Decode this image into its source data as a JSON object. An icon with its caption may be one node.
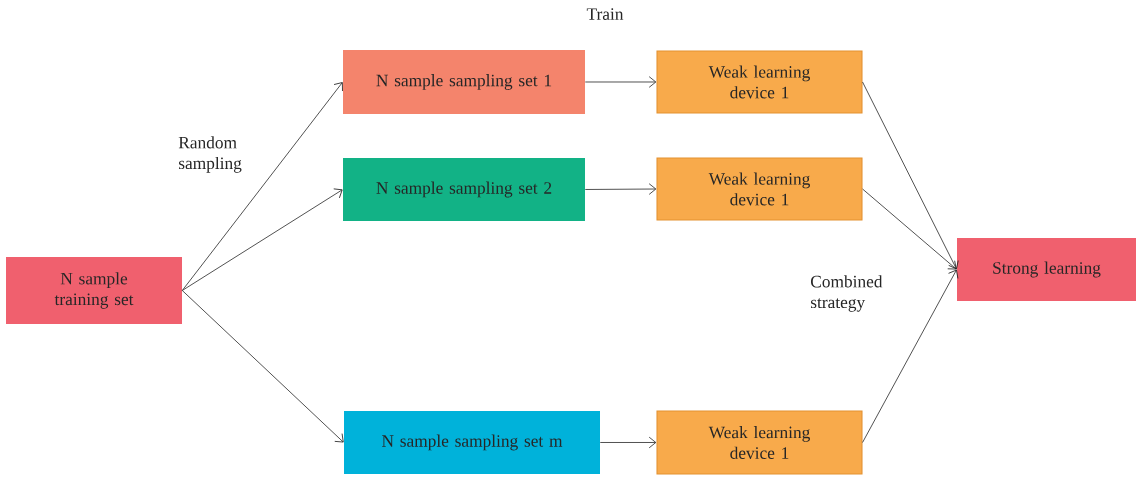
{
  "diagram": {
    "nodes": [
      {
        "text": [
          "N sample training set"
        ]
      },
      {
        "text": [
          "N sample sampling set 1"
        ]
      },
      {
        "text": [
          "N sample sampling set 2"
        ]
      },
      {
        "text": [
          "N sample sampling set m"
        ]
      },
      {
        "text": [
          "Weak learning device 1"
        ]
      },
      {
        "text": [
          "Weak learning device 1"
        ]
      },
      {
        "text": [
          "Weak learning device 1"
        ]
      },
      {
        "text": [
          "Strong learning"
        ]
      }
    ],
    "edges": [
      {
        "from": 0,
        "to": 1,
        "arrow": "to"
      },
      {
        "from": 0,
        "to": 2,
        "arrow": "to"
      },
      {
        "from": 0,
        "to": 3,
        "arrow": "to"
      },
      {
        "from": 1,
        "to": 4,
        "arrow": "to"
      },
      {
        "from": 2,
        "to": 5,
        "arrow": "to"
      },
      {
        "from": 3,
        "to": 6,
        "arrow": "to"
      },
      {
        "from": 4,
        "to": 7,
        "arrow": "to"
      },
      {
        "from": 5,
        "to": 7,
        "arrow": "to"
      },
      {
        "from": 6,
        "to": 7,
        "arrow": "to"
      }
    ],
    "labels": [
      "Train",
      "Random sampling",
      "Combined strategy"
    ]
  }
}
